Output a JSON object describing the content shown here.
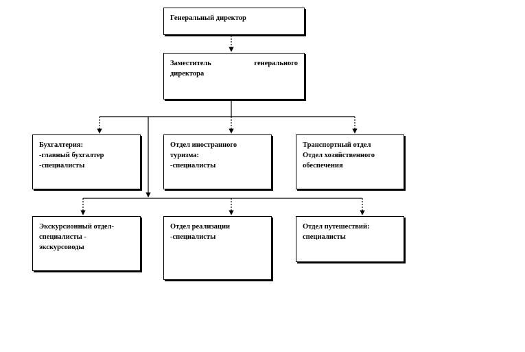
{
  "nodes": {
    "ceo": {
      "lines": [
        "Генеральный директор"
      ]
    },
    "deputy": {
      "lines": [
        "Заместитель генерального",
        "директора"
      ]
    },
    "accounting": {
      "lines": [
        "Бухгалтерия:",
        "-главный бухгалтер",
        "-специалисты"
      ]
    },
    "foreign_tourism": {
      "lines": [
        "Отдел иностранного",
        "туризма:",
        "-специалисты"
      ]
    },
    "transport": {
      "lines": [
        "Транспортный отдел",
        "Отдел хозяйственного",
        "обеспечения"
      ]
    },
    "excursion": {
      "lines": [
        "Экскурсионный отдел-",
        "специалисты -",
        "экскурсоводы"
      ]
    },
    "sales": {
      "lines": [
        "Отдел реализации",
        "-специалисты"
      ]
    },
    "travel": {
      "lines": [
        "Отдел путешествий:",
        "специалисты"
      ]
    }
  }
}
